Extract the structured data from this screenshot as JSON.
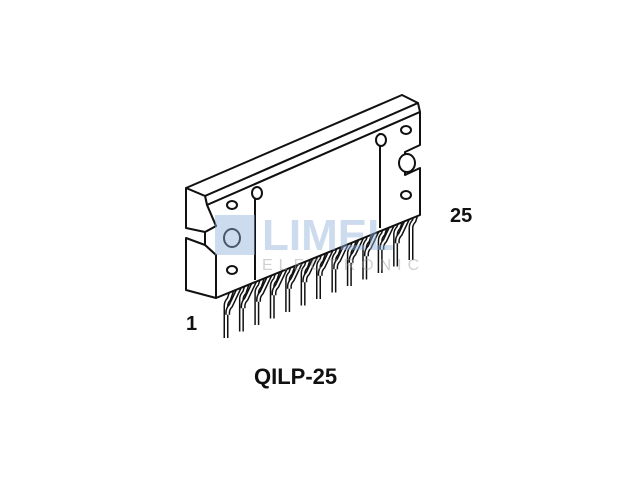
{
  "figure": {
    "pin_first_label": "1",
    "pin_last_label": "25",
    "package_name": "QILP-25",
    "pin_count": 25
  },
  "watermark": {
    "text_main": "LIMEL",
    "text_sub": "ELECTRONIC",
    "color": "#8fb0d8"
  }
}
